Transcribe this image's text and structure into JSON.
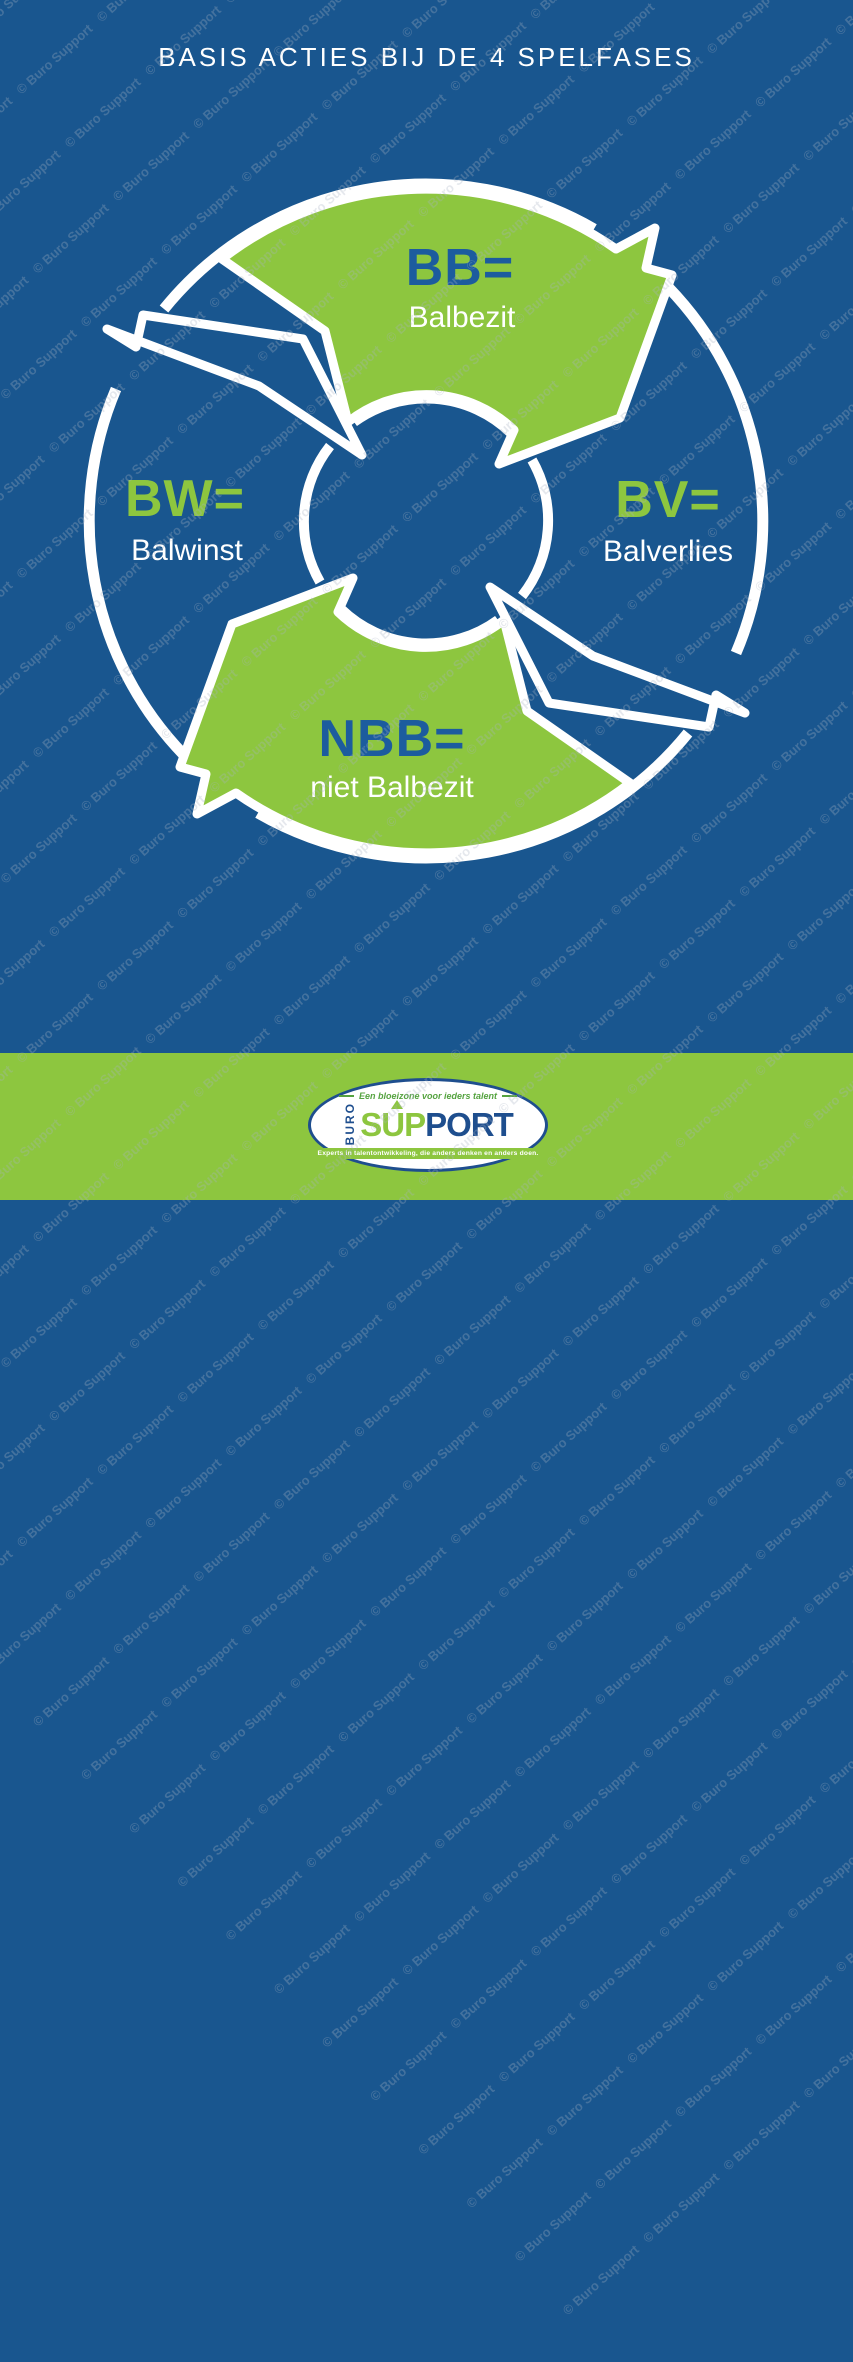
{
  "title": "BASIS ACTIES BIJ DE 4 SPELFASES",
  "watermark": {
    "text": "© Buro Support"
  },
  "colors": {
    "background_blue": "#19568F",
    "arrow_green": "#8DC63F",
    "abbr_blue": "#1C5C9E",
    "text_white": "#FFFFFF",
    "logo_blue": "#1E4E8E",
    "footer_green": "#8DC63F"
  },
  "diagram": {
    "phases": [
      {
        "abbr": "BB=",
        "label": "Balbezit",
        "position": "top",
        "arrow_color": "green"
      },
      {
        "abbr": "BV=",
        "label": "Balverlies",
        "position": "right",
        "arrow_color": "blue"
      },
      {
        "abbr": "NBB=",
        "label": "niet Balbezit",
        "position": "bottom",
        "arrow_color": "green"
      },
      {
        "abbr": "BW=",
        "label": "Balwinst",
        "position": "left",
        "arrow_color": "blue"
      }
    ]
  },
  "footer": {
    "logo": {
      "side_text": "BURO",
      "brand_green": "SUP",
      "brand_blue": "PORT",
      "script_tagline": "Een bloeizone voor ieders talent",
      "banner_tagline": "Experts in talentontwikkeling, die anders denken en anders doen."
    }
  }
}
